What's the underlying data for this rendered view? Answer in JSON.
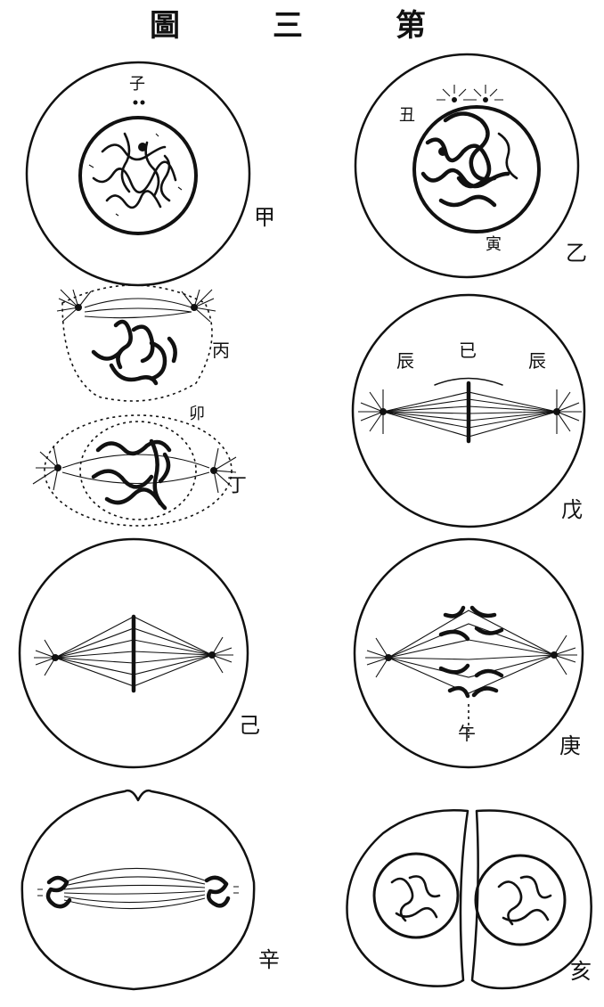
{
  "title": {
    "chars": [
      "圖",
      "三",
      "第"
    ]
  },
  "figure_labels": {
    "jia": "甲",
    "yi": "乙",
    "bing": "丙",
    "ding": "丁",
    "wu": "戊",
    "ji": "己",
    "geng": "庚",
    "xin": "辛",
    "hai": "亥"
  },
  "part_labels": {
    "zi": "子",
    "chou": "丑",
    "yin": "寅",
    "mao": "卯",
    "chen_left": "辰",
    "chen_right": "辰",
    "si": "已",
    "wu_noon": "午"
  }
}
